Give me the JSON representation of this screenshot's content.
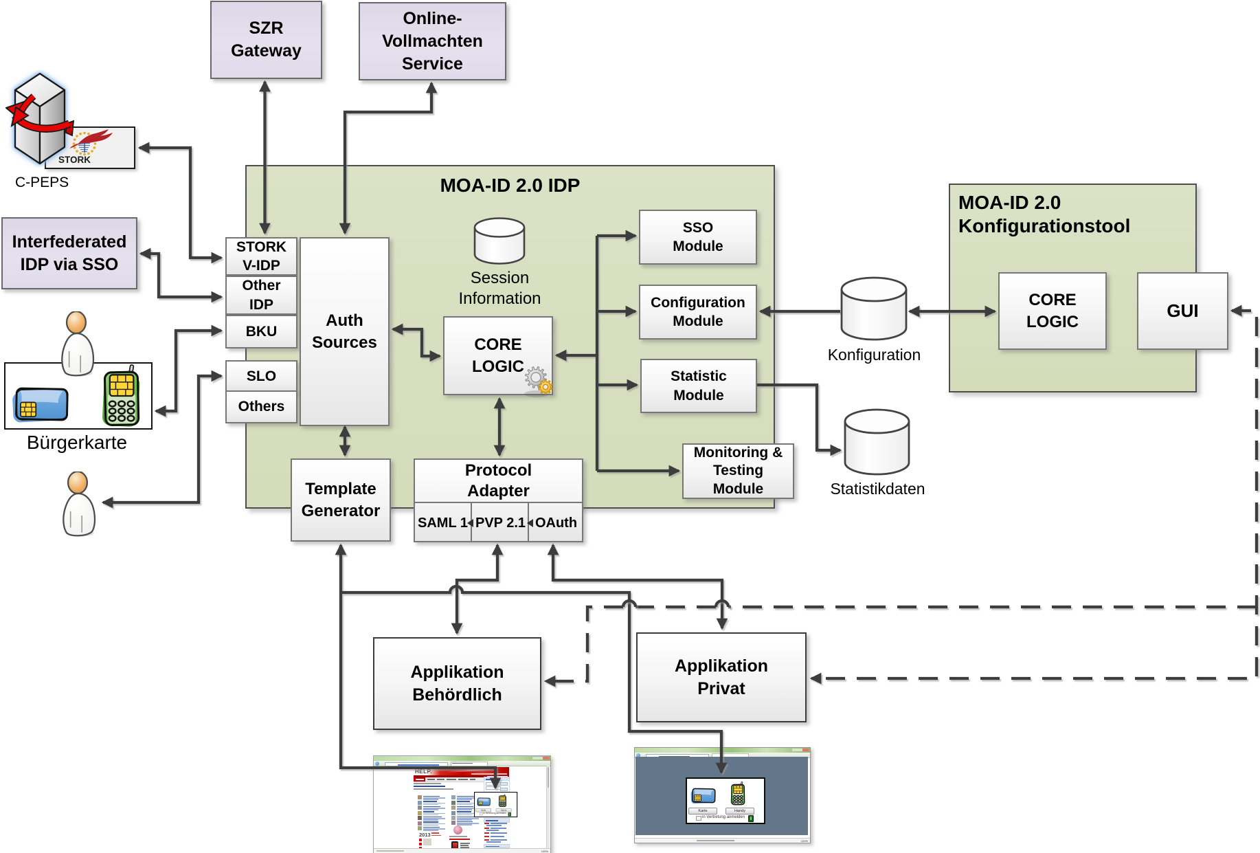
{
  "colors": {
    "connector": "#3d3d3d",
    "green_container": "#d6ddbd",
    "lavender_box": "#e2dcea",
    "module_box_gradient_bottom": "#e6e6e6",
    "help_red": "#c00000",
    "privat_page_bg": "#64778a",
    "card_blue": "#5b9bd5",
    "phone_green": "#6cbf4d",
    "chip_yellow": "#ffd633"
  },
  "external": {
    "szr_gateway": "SZR\nGateway",
    "online_vollmachten": "Online-\nVollmachten\nService",
    "interfederated_idp": "Interfederated\nIDP via SSO",
    "c_peps": "C-PEPS",
    "stork_logo": "STORK",
    "buergerkarte": "Bürgerkarte"
  },
  "idp": {
    "title": "MOA-ID 2.0 IDP",
    "auth_boxes": [
      "STORK\nV-IDP",
      "Other\nIDP",
      "BKU",
      "SLO",
      "Others"
    ],
    "auth_sources": "Auth\nSources",
    "core_logic": "CORE\nLOGIC",
    "session_info": "Session\nInformation",
    "modules": [
      "SSO\nModule",
      "Configuration\nModule",
      "Statistic\nModule",
      "Monitoring &\nTesting\nModule"
    ],
    "template_generator": "Template\nGenerator",
    "protocol_adapter": "Protocol\nAdapter",
    "protocols": [
      "SAML 1",
      "PVP 2.1",
      "OAuth"
    ]
  },
  "konfigtool": {
    "title": "MOA-ID 2.0\nKonfigurationstool",
    "core_logic": "CORE\nLOGIC",
    "gui": "GUI"
  },
  "datastores": {
    "konfiguration": "Konfiguration",
    "statistikdaten": "Statistikdaten"
  },
  "applications": {
    "behoerdlich": "Applikation\nBehördlich",
    "privat": "Applikation\nPrivat"
  },
  "login_dialog": {
    "karte": "Karte",
    "handy": "Handy",
    "checkbox_label": "in Vertretung anmelden"
  },
  "help_site": {
    "logo": "HELP.",
    "year": "2013",
    "thema": "THEMA",
    "zoom": "100%"
  },
  "privat_site": {
    "zoom": "100%"
  }
}
